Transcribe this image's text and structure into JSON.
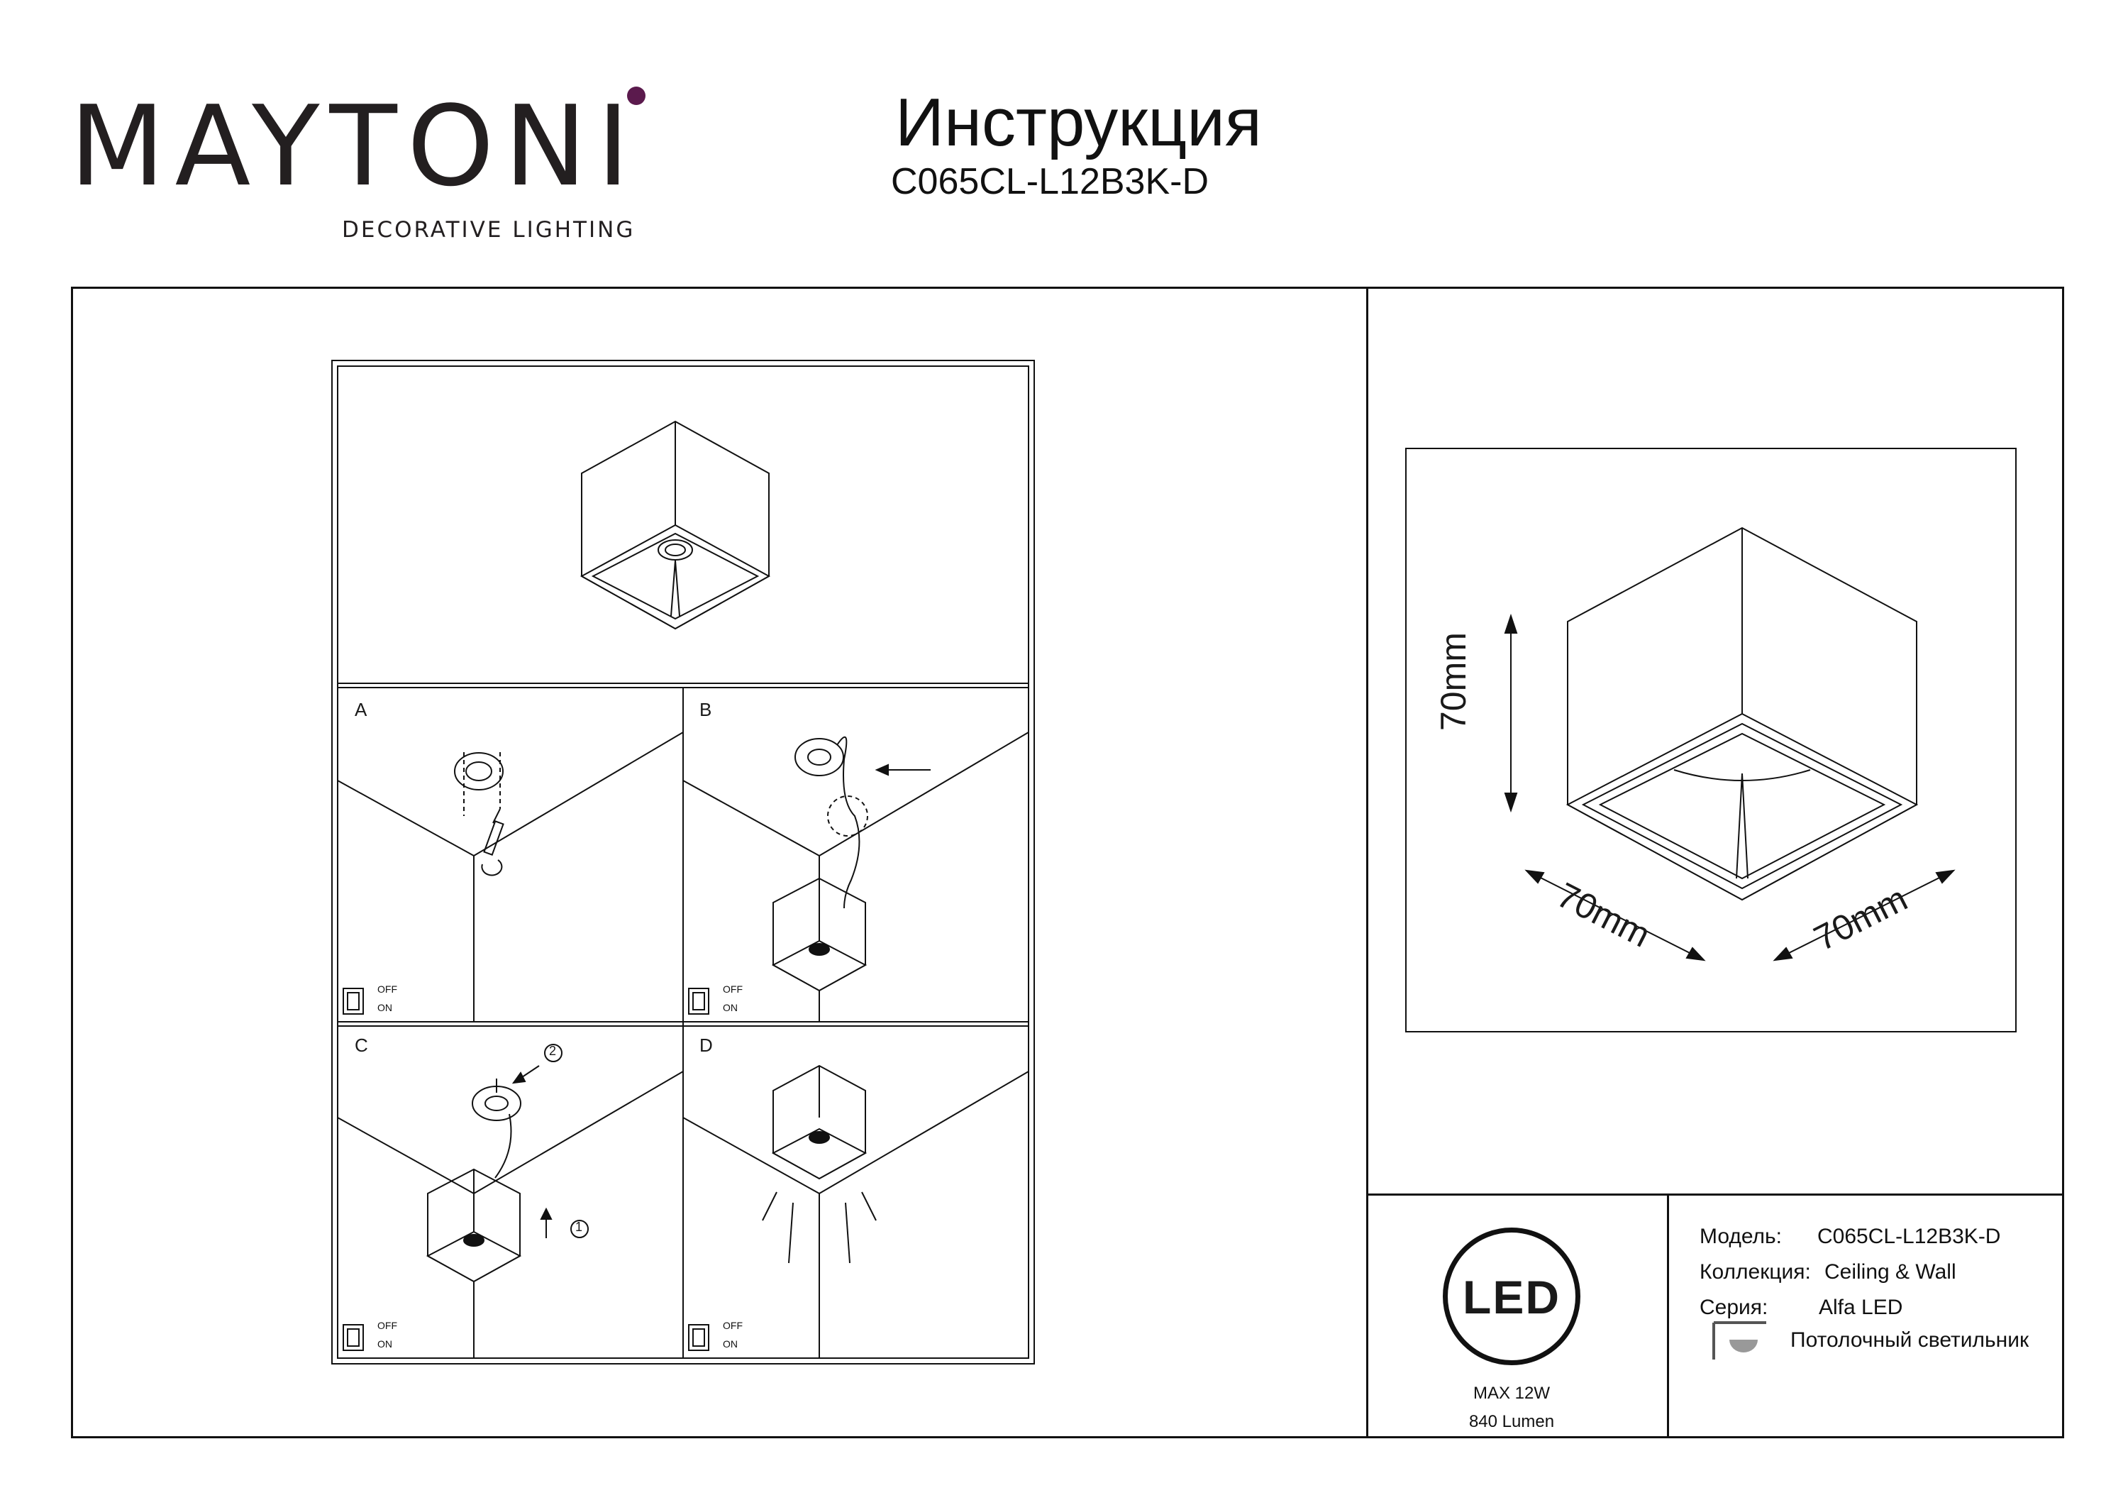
{
  "header": {
    "logo_text": "MAYTONI",
    "logo_tagline": "DECORATIVE LIGHTING",
    "title": "Инструкция",
    "model_code": "C065CL-L12B3K-D"
  },
  "colors": {
    "brand_dot": "#5b1a4d",
    "line": "#111111"
  },
  "steps": [
    {
      "letter": "A",
      "switch_off": "OFF",
      "switch_on": "ON"
    },
    {
      "letter": "B",
      "switch_off": "OFF",
      "switch_on": "ON"
    },
    {
      "letter": "C",
      "switch_off": "OFF",
      "switch_on": "ON",
      "marker1": "1",
      "marker2": "2"
    },
    {
      "letter": "D",
      "switch_off": "OFF",
      "switch_on": "ON"
    }
  ],
  "dimensions": {
    "height": "70mm",
    "width": "70mm",
    "depth": "70mm"
  },
  "led": {
    "badge": "LED",
    "power": "MAX 12W",
    "lumen": "840 Lumen"
  },
  "specs": {
    "model_label": "Модель:",
    "model_value": "C065CL-L12B3K-D",
    "collection_label": "Коллекция:",
    "collection_value": "Ceiling & Wall",
    "series_label": "Серия:",
    "series_value": "Alfa LED",
    "type_value": "Потолочный светильник"
  }
}
